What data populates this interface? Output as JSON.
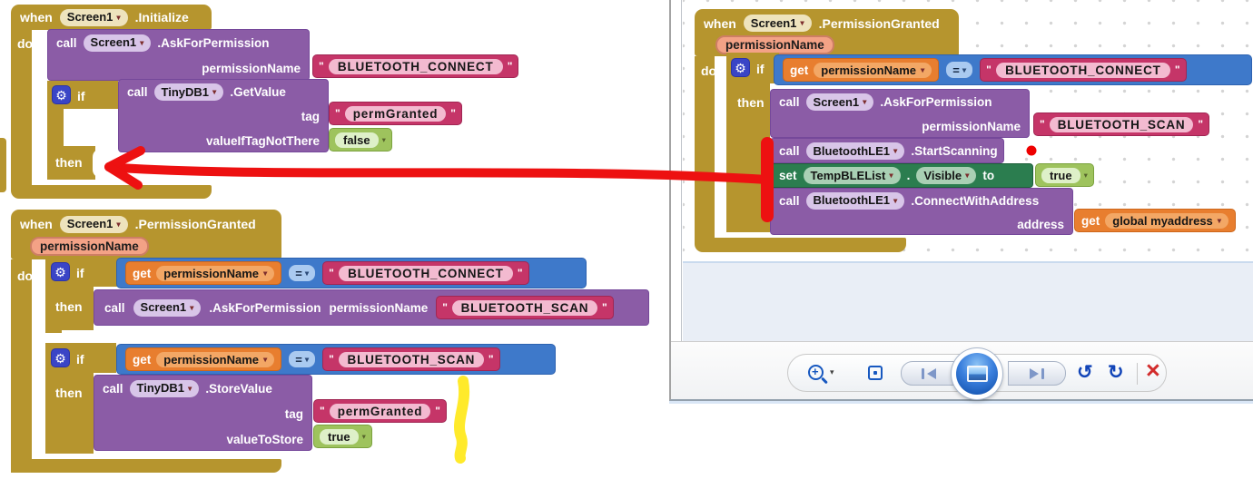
{
  "colors": {
    "event_gold": "#b6952e",
    "method_purple": "#8b5ca6",
    "text_pink": "#c53568",
    "logic_blue": "#3e79ca",
    "variable_orange": "#e87e2f",
    "setter_green": "#2b7d4f",
    "annotation_red": "#ed1111",
    "annotation_yellow": "#ffe819"
  },
  "icons": {
    "gear": "⚙",
    "chevron_down": "▾",
    "quote": "\"",
    "zoom_plus": "+",
    "rotate_ccw": "↺",
    "rotate_cw": "↻",
    "close": "×"
  },
  "left": {
    "init": {
      "when": "when",
      "screen": "Screen1",
      "event": ".Initialize",
      "do_label": "do",
      "if_label": "if",
      "then_label": "then",
      "ask": {
        "call": "call",
        "component": "Screen1",
        "method": ".AskForPermission",
        "param": "permissionName",
        "value": "BLUETOOTH_CONNECT"
      },
      "getvalue": {
        "call": "call",
        "component": "TinyDB1",
        "method": ".GetValue",
        "tag_label": "tag",
        "tag_value": "permGranted",
        "vitnt_label": "valueIfTagNotThere",
        "vitnt_value": "false"
      }
    },
    "perm": {
      "when": "when",
      "screen": "Screen1",
      "event": ".PermissionGranted",
      "param": "permissionName",
      "do_label": "do",
      "if1": {
        "if_label": "if",
        "get": "get",
        "variable": "permissionName",
        "operator": "=",
        "value": "BLUETOOTH_CONNECT",
        "then_label": "then"
      },
      "ask": {
        "call": "call",
        "component": "Screen1",
        "method": ".AskForPermission",
        "param": "permissionName",
        "value": "BLUETOOTH_SCAN"
      },
      "if2": {
        "if_label": "if",
        "get": "get",
        "variable": "permissionName",
        "operator": "=",
        "value": "BLUETOOTH_SCAN",
        "then_label": "then"
      },
      "store": {
        "call": "call",
        "component": "TinyDB1",
        "method": ".StoreValue",
        "tag_label": "tag",
        "tag_value": "permGranted",
        "vts_label": "valueToStore",
        "vts_value": "true"
      }
    }
  },
  "viewer": {
    "perm": {
      "when": "when",
      "screen": "Screen1",
      "event": ".PermissionGranted",
      "param": "permissionName",
      "do_label": "do",
      "if1": {
        "if_label": "if",
        "get": "get",
        "variable": "permissionName",
        "operator": "=",
        "value": "BLUETOOTH_CONNECT",
        "then_label": "then"
      },
      "ask": {
        "call": "call",
        "component": "Screen1",
        "method": ".AskForPermission",
        "param": "permissionName",
        "value": "BLUETOOTH_SCAN"
      },
      "scan": {
        "call": "call",
        "component": "BluetoothLE1",
        "method": ".StartScanning"
      },
      "set": {
        "set_label": "set",
        "component": "TempBLEList",
        "dot": ".",
        "property": "Visible",
        "to_label": "to",
        "value": "true"
      },
      "connect": {
        "call": "call",
        "component": "BluetoothLE1",
        "method": ".ConnectWithAddress",
        "param": "address",
        "get": "get",
        "value": "global myaddress"
      }
    }
  }
}
